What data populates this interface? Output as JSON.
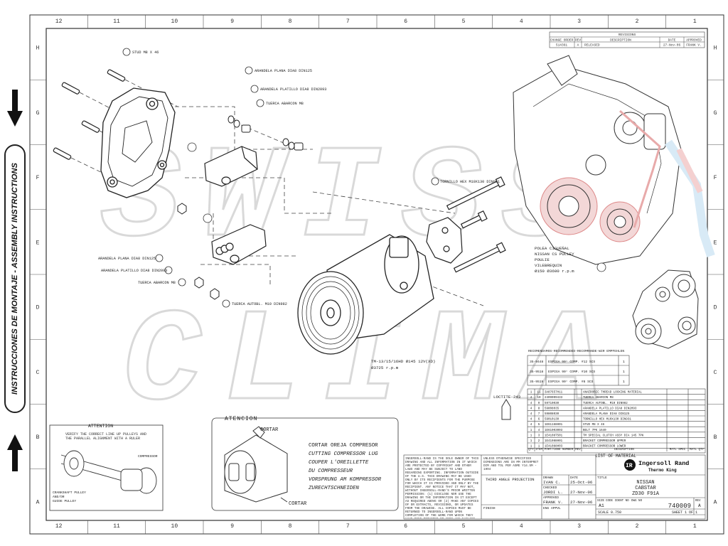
{
  "side_banner": {
    "text": "INSTRUCCIONES DE MONTAJE - ASSEMBLY INSTRUCTIONS"
  },
  "watermark": {
    "line1": "SWISS",
    "line2": "CLIMA"
  },
  "border": {
    "columns": [
      "12",
      "11",
      "10",
      "9",
      "8",
      "7",
      "6",
      "5",
      "4",
      "3",
      "2",
      "1"
    ],
    "rows": [
      "H",
      "G",
      "F",
      "E",
      "D",
      "C",
      "B",
      "A"
    ]
  },
  "revisions": {
    "title": "REVISIONS",
    "headers": [
      "CHANGE ORDER",
      "REV",
      "DESCRIPTION",
      "DATE",
      "APPROVED"
    ],
    "row": [
      "514361",
      "A",
      "RELEASED",
      "27-Nov-06",
      "FRANK V."
    ]
  },
  "callouts": {
    "stud": "STUD M8 X 46",
    "washer_plain_top": "ARANDELA PLANA DIA8 DIN125",
    "washer_flat_top": "ARANDELA PLATILLO DIA8 DIN2093",
    "nut_top": "TUERCA ABARCON M8",
    "bolt": "TORNILLO HEX M10X130 DIN931",
    "washer_plain_mid": "ARANDELA PLANA DIA8 DIN125",
    "washer_flat_mid": "ARANDELA PLATILLO DIA8 DIN2093",
    "nut_mid": "TUERCA ABARCON M8",
    "nut_self": "TUERCA AUTOBL. M10 DIN982",
    "compressor": "TM-13/15/16HD Ø145 12V(XD)",
    "compressor_rpm": "Ø3725 r.p.m",
    "loctite": "LOCTITE-243",
    "pulley": [
      "POLEA CIGUEÑAL",
      "NISSAN CS PULLEY",
      "POULIE",
      "VILEBREQUIN",
      "Ø150  Ø3600 r.p.m"
    ]
  },
  "recommended": {
    "title": "RECOMENDAMOS-RECOMMENDED-RECOMMANDE-WIR EMPFEHLEN",
    "rows": [
      {
        "code": "35-9448",
        "desc": "ESPIGA 90° COMP. #12 SCS",
        "qty": "1"
      },
      {
        "code": "35-9518",
        "desc": "ESPIGA 90° COMP. #10 SCS",
        "qty": "1"
      },
      {
        "code": "35-9519",
        "desc": "ESPIGA 90° COMP. #8 SCS",
        "qty": "1"
      }
    ]
  },
  "bom": {
    "title": "LIST OF MATERIAL",
    "headers": [
      "QTY",
      "ITEM",
      "PART/CODE NUMBER",
      "REV",
      "DESCRIPTION",
      "MATL SPEC",
      "MATL QTY"
    ],
    "rows": [
      {
        "qty": "1",
        "item": "11",
        "code": "3A87657H11",
        "desc": "ANAEROBIC THREAD LOCKING MATERIAL"
      },
      {
        "qty": "4",
        "item": "10",
        "code": "2409009433",
        "desc": "TUERCA ABARCON M8"
      },
      {
        "qty": "4",
        "item": "9",
        "code": "59710030",
        "desc": "TUERCA AUTOBL. M10 DIN982"
      },
      {
        "qty": "4",
        "item": "8",
        "code": "59808035",
        "desc": "ARANDELA PLATILLO DIA8 DIN2093"
      },
      {
        "qty": "4",
        "item": "7",
        "code": "59808030",
        "desc": "ARANDELA PLANA DIA8 DIN125"
      },
      {
        "qty": "4",
        "item": "6",
        "code": "59010130",
        "desc": "TORNILLO HEX M10X130 DIN931"
      },
      {
        "qty": "4",
        "item": "5",
        "code": "1E61168H01",
        "desc": "STUD M8 X 46"
      },
      {
        "qty": "1",
        "item": "4",
        "code": "1E61003003",
        "desc": "BELT 7PK 1640"
      },
      {
        "qty": "1",
        "item": "3",
        "code": "1E4108T501",
        "desc": "TM SPECIAL CLUTCH ASSY DIA 145 7PK"
      },
      {
        "qty": "1",
        "item": "2",
        "code": "1E41088H01",
        "desc": "BRACKET COMPRESSOR UPPER"
      },
      {
        "qty": "1",
        "item": "1",
        "code": "1E41088H03",
        "desc": "BRACKET COMPRESSOR LOWER"
      }
    ]
  },
  "attention": {
    "title": "ATTENTION",
    "text1": "VERIFY THE CORRECT LINE UP PULLEYS AND THE PARALLEL ALIGNMENT WITH A RULER",
    "compressor_label": "COMPRESSOR",
    "pulley_label": [
      "CRANKSHAFT PULLEY",
      "AND/OR",
      "GUIDE PULLEY"
    ]
  },
  "atencion": {
    "title": "ATENCION",
    "cortar": "CORTAR",
    "lines": [
      "CORTAR OREJA COMPRESOR",
      "CUTTING COMPRESSOR LUG",
      "COUPER L'OREILLETTE",
      "DU COMPRESSEUR",
      "VORSPRUNG AM KOMPRESSOR",
      "ZURECHTSCHNEIDEN"
    ]
  },
  "legal": {
    "text": "INGERSOLL-RAND IS THE SOLE OWNER OF THIS DRAWING AND ALL INFORMATION IN IT WHICH ARE PROTECTED BY COPYRIGHT AND OTHER LAWS AND MAY BE SUBJECT TO LAND REGARDING EXPORTING. INFORMATION OUTSIDE OF THE U.S. THIS DRAWING MAY BE USED ONLY BY ITS RECIPIENTS FOR THE PURPOSE FOR WHICH IT IS PROVIDED AND ONLY BY THE RECIPIENT. ANY NOTICE THAT IT MAY NOT, WITHOUT INGERSOLL-RAND'S PRIOR WRITTEN PERMISSION: (1) DISCLOSE NOR USE THE DRAWING OR THE INFORMATION IN IT EXCEPT AS REQUIRED ABOVE OR (2) MAKE ANY COPIES OF OR EXTRACTS, REVISIONS, OR UPDATES FROM THE DRAWING. ALL COPIES MUST BE RETURNED TO INGERSOLL-RAND UPON COMPLETION OF THE WORK FOR WHICH THEY HAVE BEEN PROVIDED OR UPON ANY EARLIER REQUEST",
    "tolerance": "UNLESS OTHERWISE SPECIFIED DIMENSIONS ARE IN MM INTERPRET DIM AND TOL PER ASME Y14.5M - 1994",
    "projection": "THIRD ANGLE PROJECTION",
    "finish": "FINISH"
  },
  "title_block": {
    "drawn_label": "DRAWN",
    "drawn": "IVAN C.",
    "drawn_date": "25-Oct-06",
    "checked_label": "CHECKED",
    "checked": "JORDI L.",
    "checked_date": "27-Nov-06",
    "approved_label": "APPROVED",
    "approved": "FRANK V.",
    "approved_date": "27-Nov-06",
    "eng_label": "ENG APPVL",
    "date_label": "DATE",
    "logo": "Ingersoll Rand",
    "logo_sub": "Thermo King",
    "title_label": "TITLE",
    "title": [
      "NISSAN",
      "CABSTAR",
      "ZD30 F91A"
    ],
    "size_label": "SIZE",
    "size": "A1",
    "cage_label": "CODE IDENT NO",
    "dwg_label": "DWG NO",
    "dwg_no": "740009",
    "rev_label": "REV",
    "rev": "A",
    "scale": "SCALE 0.750",
    "sheet": "SHEET 1 OF 1"
  }
}
